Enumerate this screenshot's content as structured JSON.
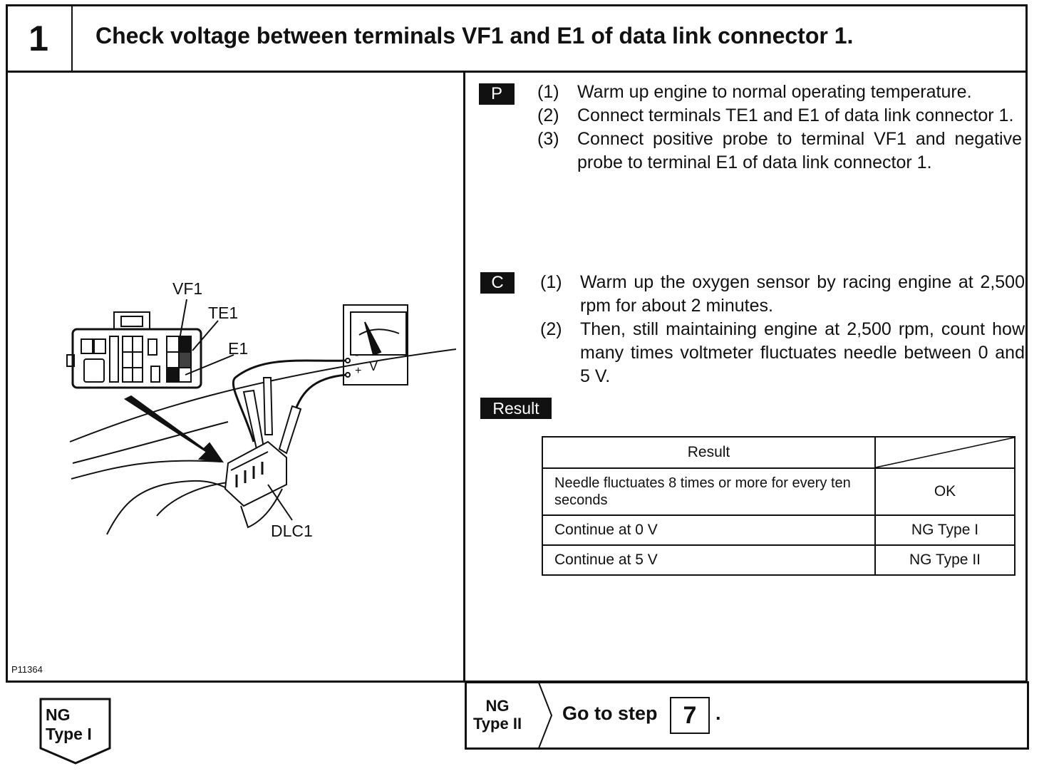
{
  "header": {
    "step_number": "1",
    "title": "Check voltage between terminals VF1 and E1 of data link connector 1."
  },
  "figure": {
    "code": "P11364",
    "labels": {
      "vf1": "VF1",
      "te1": "TE1",
      "e1": "E1",
      "dlc1": "DLC1",
      "meter_minus": "-",
      "meter_plus": "+",
      "meter_v": "V"
    }
  },
  "prepare": {
    "tag": "P",
    "steps": [
      {
        "num": "(1)",
        "text": "Warm up engine to normal operating temperature."
      },
      {
        "num": "(2)",
        "text": "Connect terminals TE1 and E1 of data link connector 1."
      },
      {
        "num": "(3)",
        "text": "Connect positive probe to terminal VF1 and negative probe to terminal E1 of data link connector 1."
      }
    ]
  },
  "check": {
    "tag": "C",
    "steps": [
      {
        "num": "(1)",
        "text": "Warm up the oxygen sensor by racing engine at 2,500 rpm for about 2 minutes."
      },
      {
        "num": "(2)",
        "text": "Then, still maintaining engine at 2,500 rpm, count how many times voltmeter fluctuates needle between 0 and 5 V."
      }
    ]
  },
  "result": {
    "tag": "Result",
    "header": "Result",
    "rows": [
      {
        "condition": "Needle fluctuates 8 times or more for every ten seconds",
        "outcome": "OK"
      },
      {
        "condition": "Continue at 0 V",
        "outcome": "NG Type I"
      },
      {
        "condition": "Continue at 5 V",
        "outcome": "NG Type II"
      }
    ]
  },
  "ng_type1": {
    "line1": "NG",
    "line2": "Type I"
  },
  "ng_type2": {
    "line1": "NG",
    "line2": "Type II",
    "goto": "Go to step",
    "step": "7",
    "dot": "."
  }
}
